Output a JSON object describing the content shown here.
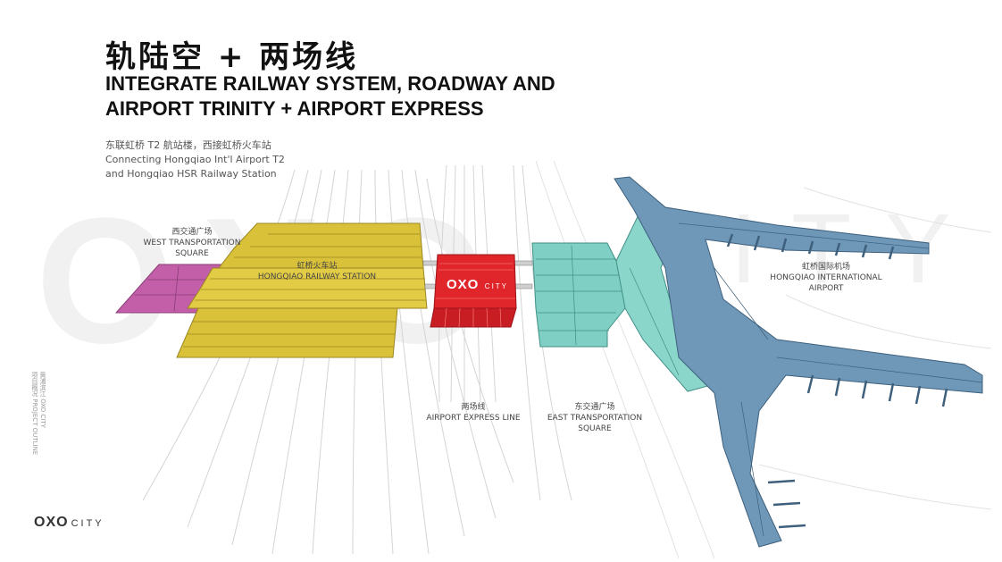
{
  "header": {
    "title_cn": "轨陆空 + 两场线",
    "title_en_line1": "INTEGRATE RAILWAY SYSTEM, ROADWAY AND",
    "title_en_line2": "AIRPORT TRINITY + AIRPORT EXPRESS"
  },
  "subtitle": {
    "line1": "东联虹桥 T2 航站楼，西接虹桥火车站",
    "line2": "Connecting Hongqiao Int'l Airport T2",
    "line3": "and Hongqiao HSR Railway Station"
  },
  "labels": {
    "west_cn": "西交通广场",
    "west_en1": "WEST TRANSPORTATION",
    "west_en2": "SQUARE",
    "station_cn": "虹桥火车站",
    "station_en": "HONGQIAO RAILWAY STATION",
    "airport_cn": "虹桥国际机场",
    "airport_en": "HONGQIAO INTERNATIONAL AIRPORT",
    "express_cn": "两场线",
    "express_en": "AIRPORT EXPRESS LINE",
    "east_cn": "东交通广场",
    "east_en1": "EAST TRANSPORTATION",
    "east_en2": "SQUARE"
  },
  "oxo_badge": {
    "main": "OXO",
    "sub": "CITY"
  },
  "side_text": {
    "line1": "黄浦滨江 OXO CITY",
    "line2": "项目概况 PROJECT OUTLINE"
  },
  "logo": {
    "main": "OXO",
    "sub": "CITY"
  },
  "watermark": {
    "main": "OXO",
    "sub": "CITY"
  },
  "colors": {
    "west_square": "#c25fa8",
    "railway_station": "#d9c23a",
    "oxo_block": "#e0262b",
    "east_square": "#7fcfc4",
    "airport": "#6e97b8",
    "tracks": "#d4d4d4"
  }
}
